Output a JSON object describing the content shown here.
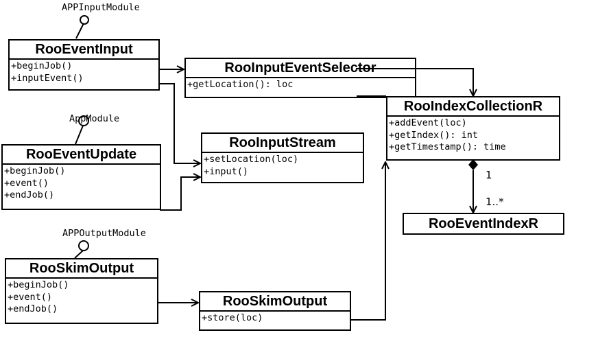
{
  "interfaces": [
    {
      "id": "input",
      "label": "APPInputModule"
    },
    {
      "id": "update",
      "label": "AppModule"
    },
    {
      "id": "output",
      "label": "APPOutputModule"
    }
  ],
  "classes": [
    {
      "id": "roo-event-input",
      "name": "RooEventInput",
      "methods": [
        "+beginJob()",
        "+inputEvent()"
      ]
    },
    {
      "id": "roo-input-event-selector",
      "name": "RooInputEventSelector",
      "methods": [
        "+getLocation(): loc"
      ]
    },
    {
      "id": "roo-index-collection-r",
      "name": "RooIndexCollectionR",
      "methods": [
        "+addEvent(loc)",
        "+getIndex(): int",
        "+getTimestamp(): time"
      ]
    },
    {
      "id": "roo-event-update",
      "name": "RooEventUpdate",
      "methods": [
        "+beginJob()",
        "+event()",
        "+endJob()"
      ]
    },
    {
      "id": "roo-input-stream",
      "name": "RooInputStream",
      "methods": [
        "+setLocation(loc)",
        "+input()"
      ]
    },
    {
      "id": "roo-event-index-r",
      "name": "RooEventIndexR",
      "methods": []
    },
    {
      "id": "roo-skim-output",
      "name": "RooSkimOutput",
      "methods": [
        "+beginJob()",
        "+event()",
        "+endJob()"
      ]
    },
    {
      "id": "roo-skim-output-2",
      "name": "RooSkimOutput",
      "methods": [
        "+store(loc)"
      ]
    }
  ],
  "multiplicities": {
    "source": "1",
    "target": "1..*"
  }
}
